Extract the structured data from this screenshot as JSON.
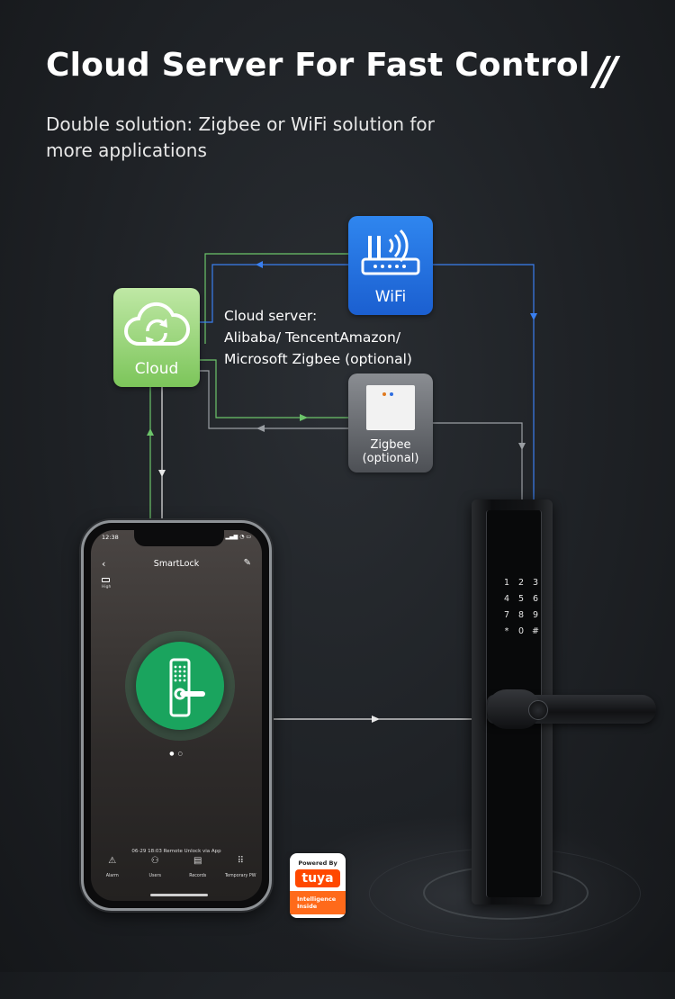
{
  "header": {
    "title": "Cloud Server For Fast Control",
    "quote_mark": "//",
    "subtitle": "Double solution: Zigbee or WiFi solution for more applications"
  },
  "nodes": {
    "cloud_label": "Cloud",
    "wifi_label": "WiFi",
    "zigbee_label_1": "Zigbee",
    "zigbee_label_2": "(optional)"
  },
  "server_info": {
    "line1": "Cloud server:",
    "line2": "Alibaba/ TencentAmazon/",
    "line3": "Microsoft Zigbee (optional)"
  },
  "phone": {
    "time": "12:38",
    "status_icons": "▂▄▆ ◔ ▭",
    "title": "SmartLock",
    "battery_label": "High",
    "record": "06-29 18:03  Remote Unlock via App",
    "tabs": [
      {
        "icon": "alarm-icon",
        "label": "Alarm"
      },
      {
        "icon": "users-icon",
        "label": "Users"
      },
      {
        "icon": "records-icon",
        "label": "Records"
      },
      {
        "icon": "grid-icon",
        "label": "Temporary PW"
      }
    ]
  },
  "lock": {
    "keys": [
      "1",
      "2",
      "3",
      "4",
      "5",
      "6",
      "7",
      "8",
      "9",
      "*",
      "0",
      "#"
    ]
  },
  "badge": {
    "powered_by": "Powered By",
    "brand": "tuya",
    "tag_line1": "Intelligence",
    "tag_line2": "Inside"
  },
  "colors": {
    "background": "#1e2125",
    "cloud_green": "#7cc55a",
    "wifi_blue": "#1b5fd0",
    "zigbee_gray": "#6b6e73",
    "line_green": "#6cc46a",
    "line_blue": "#3a7ff0",
    "line_gray": "#9a9ea3",
    "lock_green": "#1aa45e",
    "tuya_orange": "#ff4800"
  }
}
